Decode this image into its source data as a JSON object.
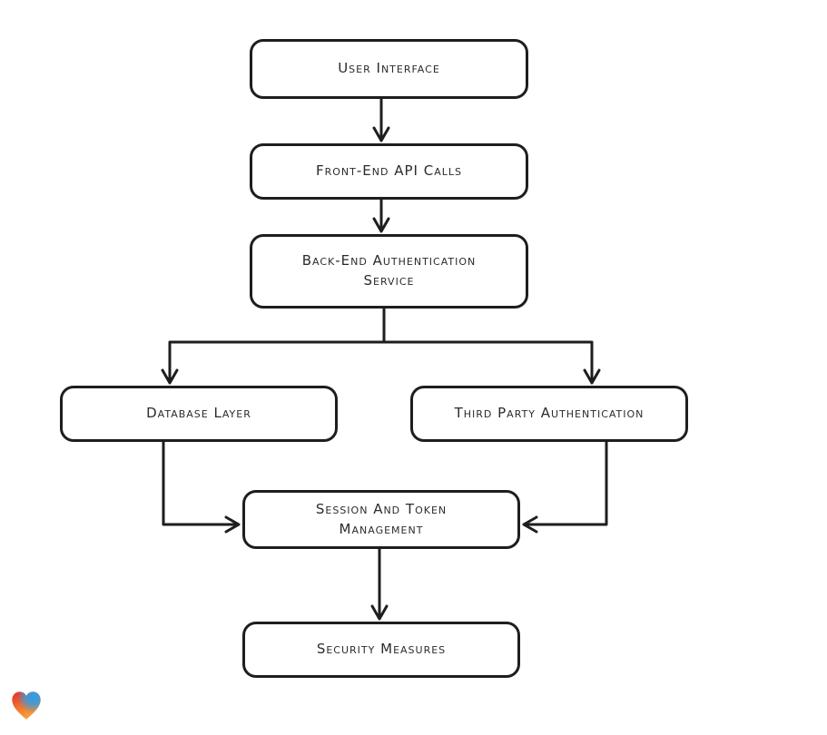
{
  "diagram": {
    "type": "flowchart",
    "style": "hand-drawn",
    "background": "#ffffff",
    "line_color": "#1e1e1e",
    "node_fill": "#ffffff",
    "nodes": [
      {
        "id": "user-interface",
        "label": "User Interface"
      },
      {
        "id": "front-end-api-calls",
        "label": "Front-End API Calls"
      },
      {
        "id": "back-end-authentication-service",
        "label": "Back-End Authentication Service"
      },
      {
        "id": "database-layer",
        "label": "Database Layer"
      },
      {
        "id": "third-party-authentication",
        "label": "Third Party Authentication"
      },
      {
        "id": "session-and-token-management",
        "label": "Session And Token Management"
      },
      {
        "id": "security-measures",
        "label": "Security Measures"
      }
    ],
    "edges": [
      {
        "from": "user-interface",
        "to": "front-end-api-calls"
      },
      {
        "from": "front-end-api-calls",
        "to": "back-end-authentication-service"
      },
      {
        "from": "back-end-authentication-service",
        "to": "database-layer"
      },
      {
        "from": "back-end-authentication-service",
        "to": "third-party-authentication"
      },
      {
        "from": "database-layer",
        "to": "session-and-token-management"
      },
      {
        "from": "third-party-authentication",
        "to": "session-and-token-management"
      },
      {
        "from": "session-and-token-management",
        "to": "security-measures"
      }
    ],
    "logo": {
      "icon": "heart-gradient-icon",
      "colors": {
        "red": "#e53128",
        "orange": "#f8a43c",
        "blue": "#2f9fe8"
      }
    }
  }
}
